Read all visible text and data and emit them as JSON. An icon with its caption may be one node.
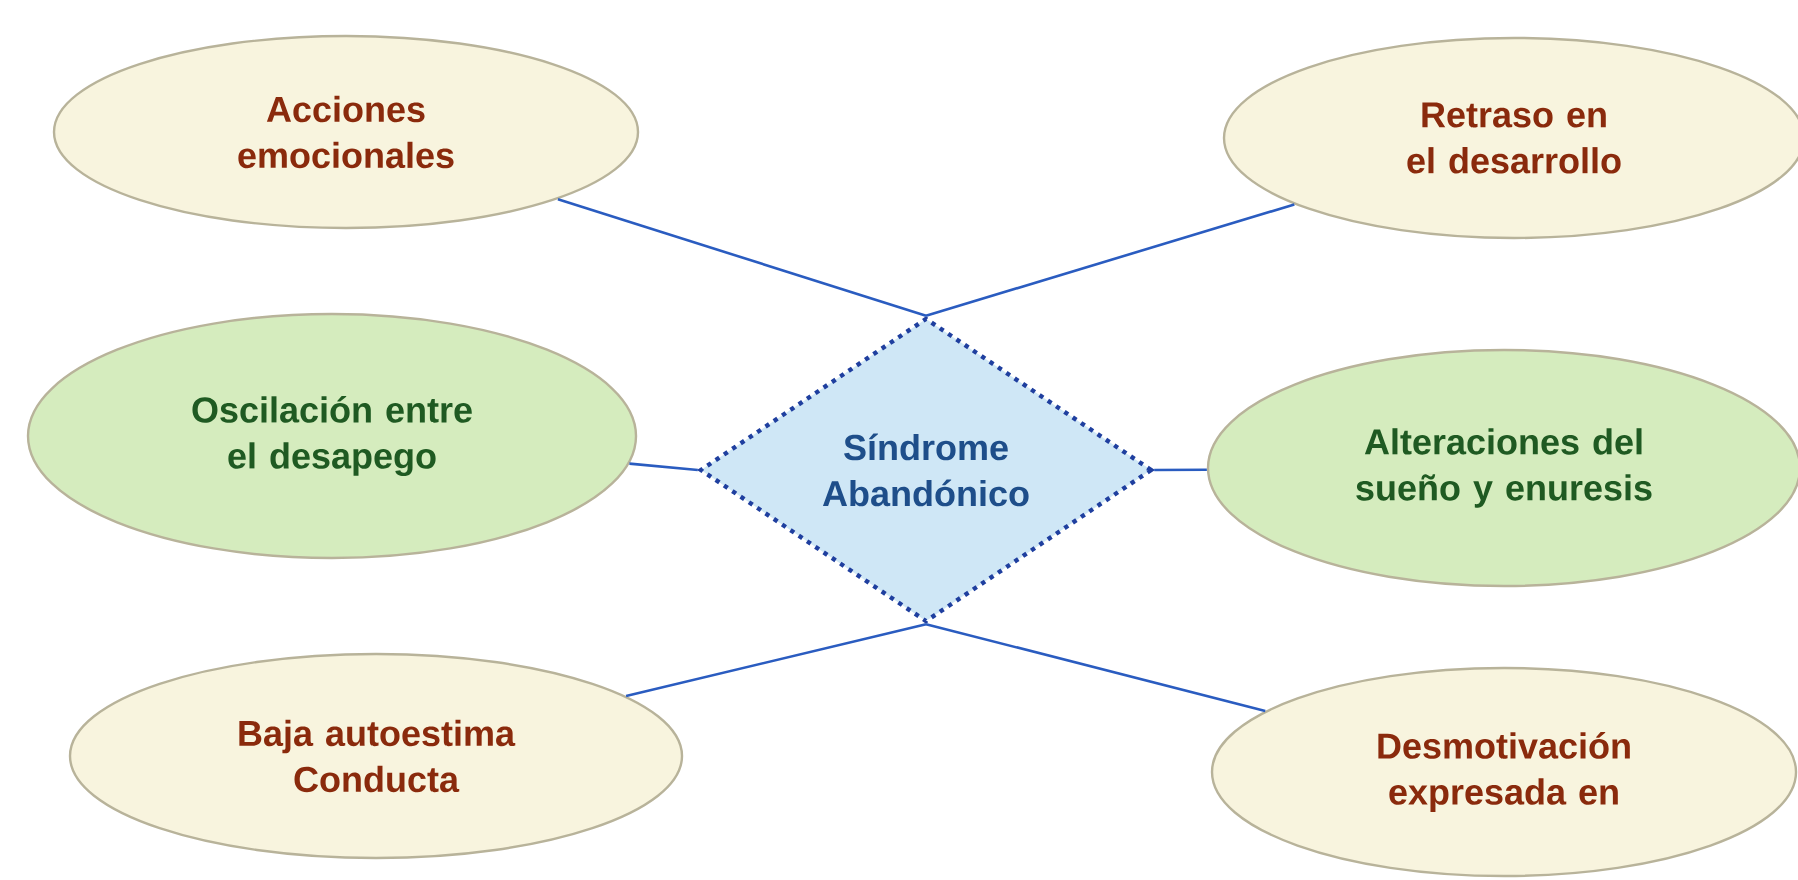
{
  "diagram": {
    "nodes": [
      {
        "text": [
          "Síndrome Abandónico"
        ]
      },
      {
        "text": [
          "Acciones emocionales"
        ]
      },
      {
        "text": [
          "Oscilación entre el desapego"
        ]
      },
      {
        "text": [
          "Baja autoestima Conducta"
        ]
      },
      {
        "text": [
          "Retraso en el desarrollo"
        ]
      },
      {
        "text": [
          "Alteraciones del sueño y enuresis"
        ]
      },
      {
        "text": [
          "Desmotivación expresada en"
        ]
      }
    ],
    "edges": [
      {
        "from": 1,
        "to": 0,
        "arrow": "none"
      },
      {
        "from": 2,
        "to": 0,
        "arrow": "none"
      },
      {
        "from": 3,
        "to": 0,
        "arrow": "none"
      },
      {
        "from": 4,
        "to": 0,
        "arrow": "none"
      },
      {
        "from": 5,
        "to": 0,
        "arrow": "none"
      },
      {
        "from": 6,
        "to": 0,
        "arrow": "none"
      }
    ]
  }
}
